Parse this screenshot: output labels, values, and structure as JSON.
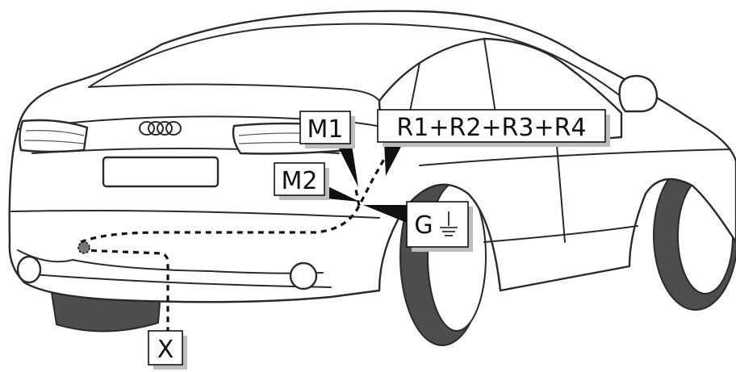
{
  "labels": {
    "m1": "M1",
    "m2": "M2",
    "r": "R1+R2+R3+R4",
    "g": "G",
    "x": "X"
  },
  "icons": {
    "ground": "ground-symbol-icon",
    "car": "car-illustration",
    "logo": "four-rings-logo"
  },
  "colors": {
    "line": "#111111",
    "outline": "#2a2a2a",
    "tire": "#4d4d4d",
    "label_shadow": "#bdbdbd"
  }
}
